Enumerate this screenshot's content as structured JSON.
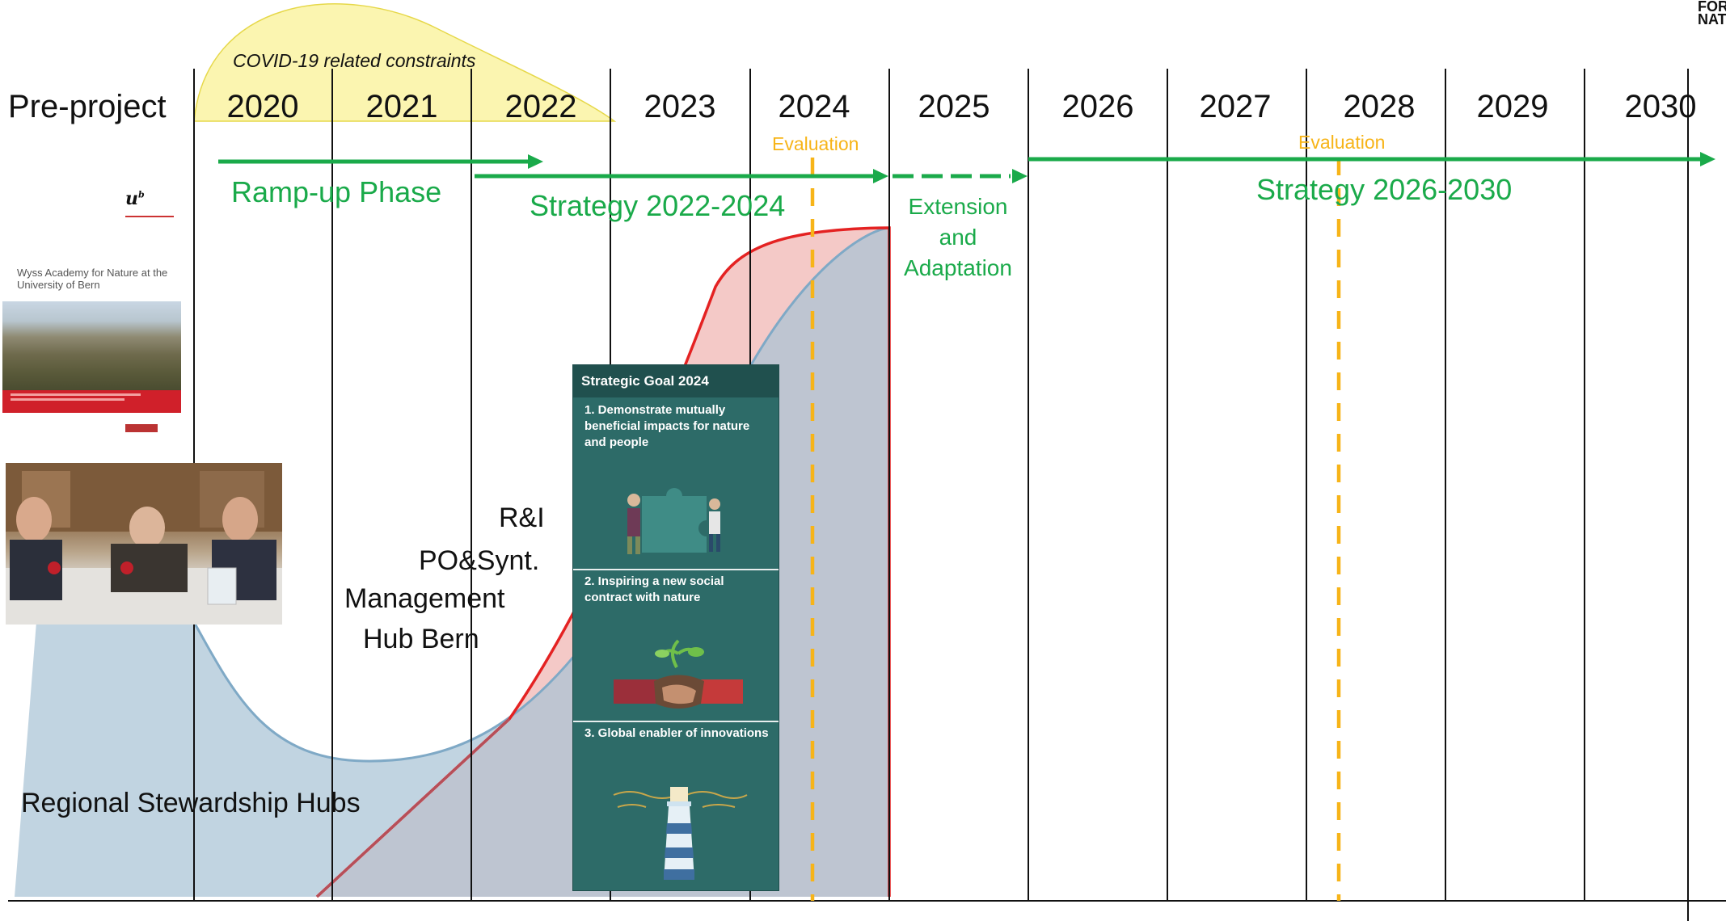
{
  "timeline": {
    "pre_project_label": "Pre-project",
    "years": [
      "2020",
      "2021",
      "2022",
      "2023",
      "2024",
      "2025",
      "2026",
      "2027",
      "2028",
      "2029",
      "2030"
    ]
  },
  "covid_label": "COVID-19 related constraints",
  "phases": {
    "ramp_up": "Ramp-up Phase",
    "strategy_2022_2024": "Strategy 2022-2024",
    "extension_line1": "Extension",
    "extension_line2": "and",
    "extension_line3": "Adaptation",
    "strategy_2026_2030": "Strategy 2026-2030"
  },
  "evaluations": {
    "eval_2024": "Evaluation",
    "eval_2028": "Evaluation"
  },
  "area_labels": {
    "ri": "R&I",
    "po_synt": "PO&Synt.",
    "management": "Management",
    "hub_bern": "Hub Bern",
    "regional_hubs": "Regional Stewardship Hubs"
  },
  "cover_doc": {
    "logo": "u",
    "title": "Wyss Academy for Nature at the University of Bern"
  },
  "strategic_goal": {
    "title": "Strategic Goal 2024",
    "goals": [
      {
        "text": "1. Demonstrate mutually beneficial impacts for nature and people",
        "icon": "puzzle-people-icon"
      },
      {
        "text": "2. Inspiring a new social contract with nature",
        "icon": "handshake-sprout-icon"
      },
      {
        "text": "3. Global enabler of innovations",
        "icon": "lighthouse-icon"
      }
    ]
  },
  "colors": {
    "green": "#1aaa4a",
    "orange": "#f7b418",
    "blue_area": "#bcd3e2",
    "red_area": "#f4c9c7",
    "red_line": "#e42222",
    "covid_fill": "#fbf5b0",
    "goal_panel": "#2d6b68"
  }
}
